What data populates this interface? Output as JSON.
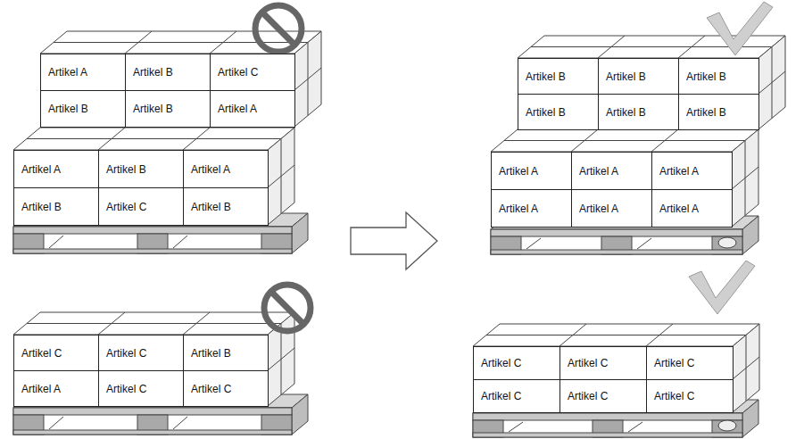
{
  "diagram": {
    "nodes": [
      {
        "text": [
          "Artikel A"
        ]
      },
      {
        "text": [
          "Artikel B"
        ]
      },
      {
        "text": [
          "Artikel C"
        ]
      },
      {
        "text": [
          "Artikel B"
        ]
      },
      {
        "text": [
          "Artikel B"
        ]
      },
      {
        "text": [
          "Artikel A"
        ]
      },
      {
        "text": [
          "Artikel A"
        ]
      },
      {
        "text": [
          "Artikel B"
        ]
      },
      {
        "text": [
          "Artikel A"
        ]
      },
      {
        "text": [
          "Artikel B"
        ]
      },
      {
        "text": [
          "Artikel C"
        ]
      },
      {
        "text": [
          "Artikel B"
        ]
      },
      {
        "text": [
          "Artikel B"
        ]
      },
      {
        "text": [
          "Artikel B"
        ]
      },
      {
        "text": [
          "Artikel B"
        ]
      },
      {
        "text": [
          "Artikel B"
        ]
      },
      {
        "text": [
          "Artikel B"
        ]
      },
      {
        "text": [
          "Artikel B"
        ]
      },
      {
        "text": [
          "Artikel A"
        ]
      },
      {
        "text": [
          "Artikel A"
        ]
      },
      {
        "text": [
          "Artikel A"
        ]
      },
      {
        "text": [
          "Artikel A"
        ]
      },
      {
        "text": [
          "Artikel A"
        ]
      },
      {
        "text": [
          "Artikel A"
        ]
      },
      {
        "text": [
          "Artikel C"
        ]
      },
      {
        "text": [
          "Artikel C"
        ]
      },
      {
        "text": [
          "Artikel B"
        ]
      },
      {
        "text": [
          "Artikel A"
        ]
      },
      {
        "text": [
          "Artikel C"
        ]
      },
      {
        "text": [
          "Artikel C"
        ]
      },
      {
        "text": [
          "Artikel C"
        ]
      },
      {
        "text": [
          "Artikel C"
        ]
      },
      {
        "text": [
          "Artikel C"
        ]
      },
      {
        "text": [
          "Artikel C"
        ]
      },
      {
        "text": [
          "Artikel C"
        ]
      },
      {
        "text": [
          "Artikel C"
        ]
      }
    ]
  }
}
